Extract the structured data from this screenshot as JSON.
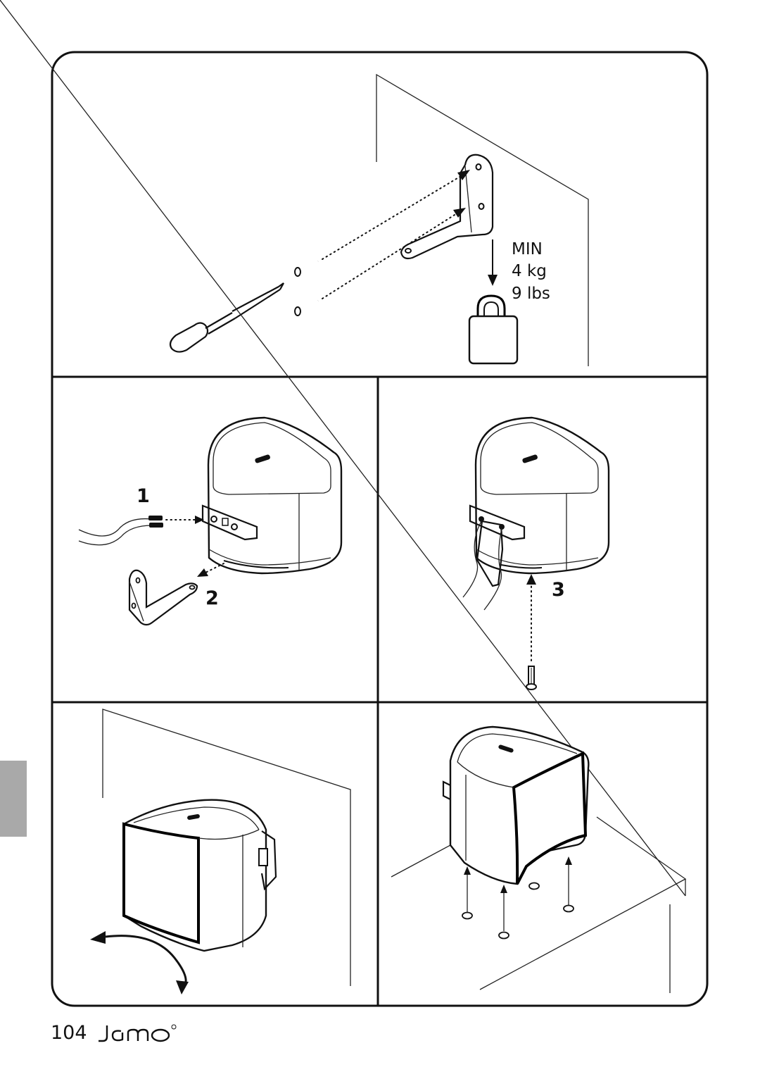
{
  "page": {
    "number": "104",
    "brand": "Jamo"
  },
  "step1": {
    "weight_label": [
      "MIN",
      "4 kg",
      "9 lbs"
    ]
  },
  "step2": {
    "markers": [
      "1",
      "2"
    ]
  },
  "step3": {
    "markers": [
      "3"
    ]
  },
  "colors": {
    "line": "#111111",
    "tab": "#a9a9a9",
    "background": "#ffffff"
  },
  "icons": [
    "screwdriver-icon",
    "screw-icon",
    "wall-bracket-icon",
    "padlock-weight-icon",
    "speaker-icon",
    "speaker-cable-icon",
    "rotate-arrow-icon",
    "rubber-foot-icon"
  ]
}
